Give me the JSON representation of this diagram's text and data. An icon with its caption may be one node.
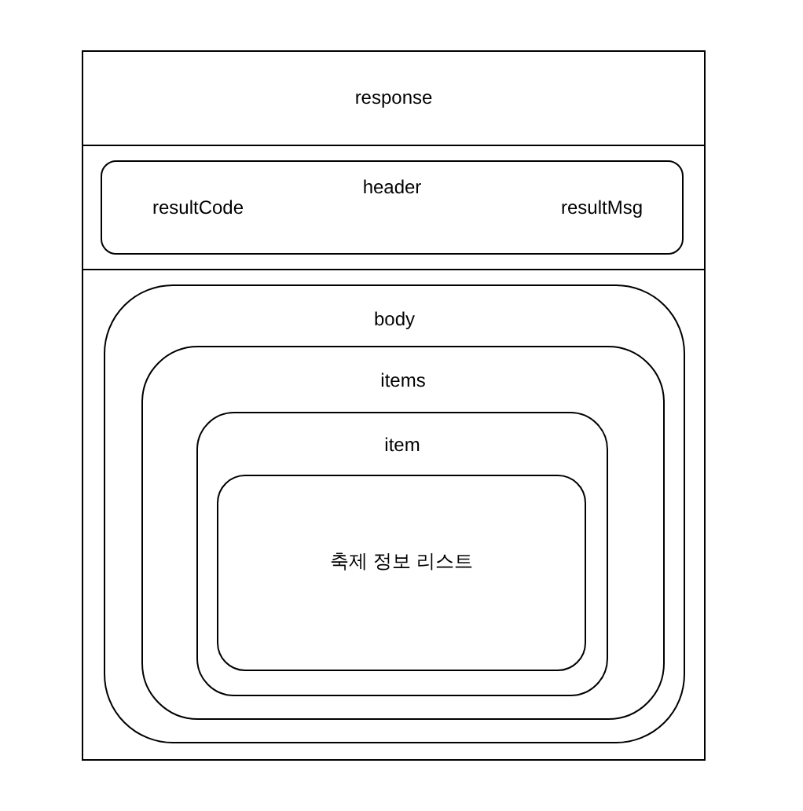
{
  "diagram": {
    "nodes": [
      {
        "text": [
          "response"
        ]
      },
      {
        "text": [
          "header",
          "resultCode",
          "resultMsg"
        ]
      },
      {
        "text": [
          "body"
        ]
      },
      {
        "text": [
          "items"
        ],
        "in": 2
      },
      {
        "text": [
          "item"
        ],
        "in": 3
      },
      {
        "text": [
          "축제 정보 리스트"
        ],
        "in": 4
      }
    ],
    "edges": []
  }
}
